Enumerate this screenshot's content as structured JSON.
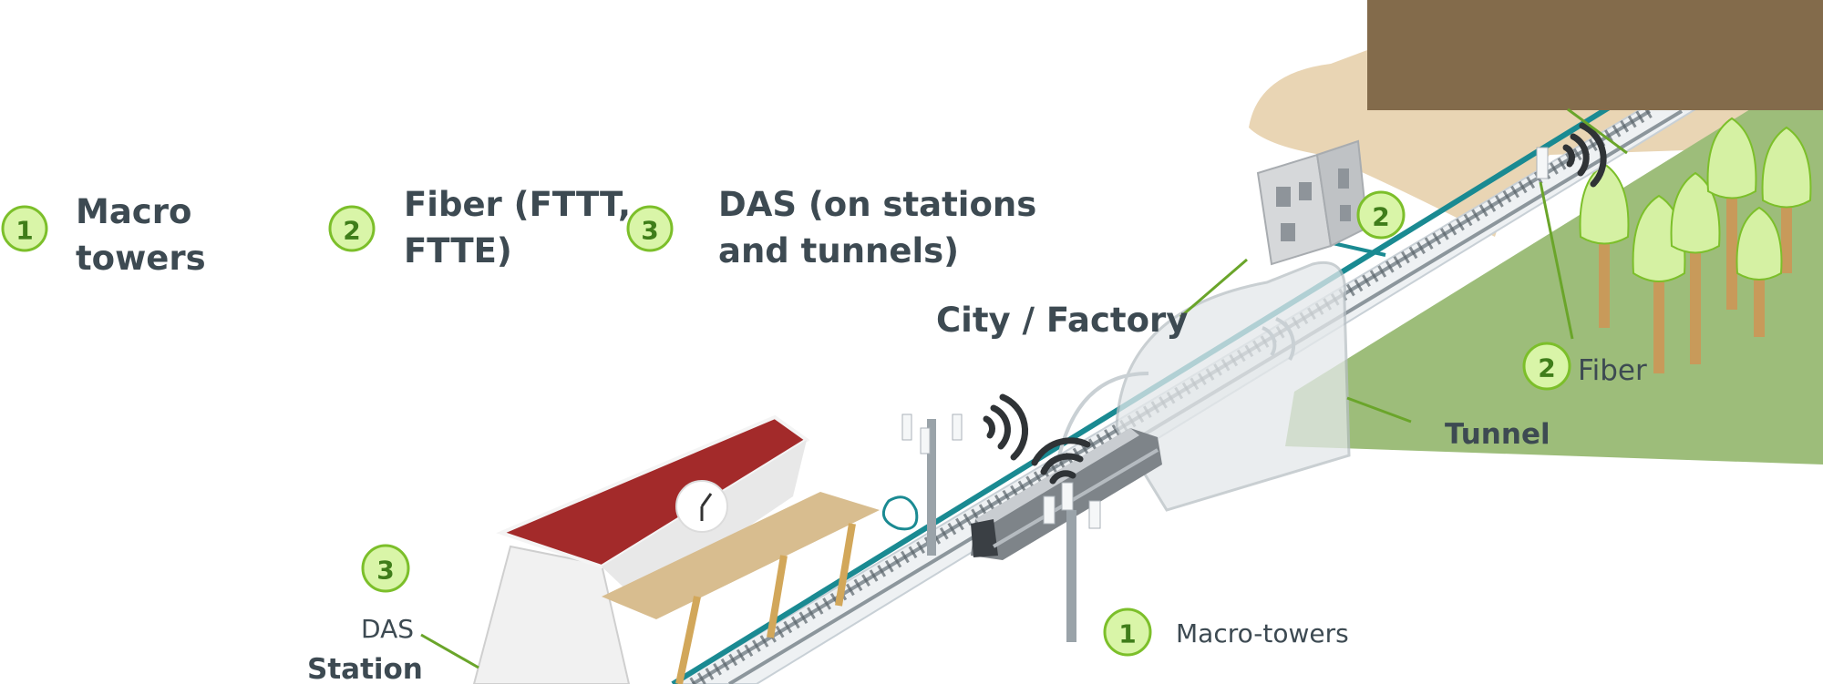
{
  "legend": [
    {
      "number": "1",
      "line1": "Macro",
      "line2": "towers"
    },
    {
      "number": "2",
      "line1": "Fiber (FTTT,",
      "line2": "FTTE)"
    },
    {
      "number": "3",
      "line1": "DAS (on stations",
      "line2": "and tunnels)"
    }
  ],
  "callouts": {
    "city_factory": "City / Factory",
    "city_badge": "2",
    "fiber_badge": "2",
    "fiber_label": "Fiber",
    "tunnel_label": "Tunnel",
    "das_badge": "3",
    "das_label": "DAS",
    "station_label": "Station",
    "macro_badge": "1",
    "macro_label": "Macro-towers"
  },
  "colors": {
    "fiber": "#1a8a92",
    "badge_fill": "#d9f5a8",
    "badge_stroke": "#7cbf2a",
    "text": "#3d4a52",
    "roof": "#a32a2a",
    "grass": "#9dbd7a",
    "overlay": "#836b4b"
  }
}
